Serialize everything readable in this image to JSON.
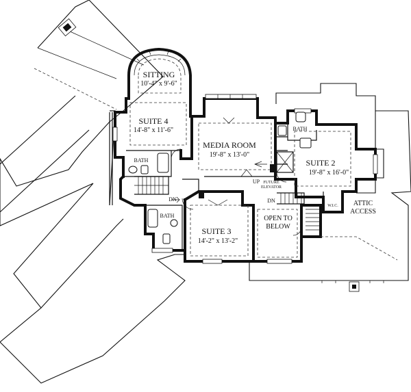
{
  "rooms": {
    "sitting": {
      "name": "SITTING",
      "dims": "10'-4\" x 9'-6\""
    },
    "suite4": {
      "name": "SUITE 4",
      "dims": "14'-8\" x 11'-6\""
    },
    "media": {
      "name": "MEDIA ROOM",
      "dims": "19'-8\" x 13'-0\""
    },
    "suite2": {
      "name": "SUITE 2",
      "dims": "19'-8\" x 16'-0\""
    },
    "suite3": {
      "name": "SUITE 3",
      "dims": "14'-2\" x 13'-2\""
    },
    "open": {
      "line1": "OPEN TO",
      "line2": "BELOW"
    },
    "attic": {
      "line1": "ATTIC",
      "line2": "ACCESS"
    }
  },
  "labels": {
    "bath_1": "BATH",
    "bath_2": "BATH",
    "bath_3": "BATH",
    "wic": "W.I.C.",
    "dn_1": "DN",
    "dn_2": "DN",
    "up": "UP",
    "elevator_1": "FUTURE",
    "elevator_2": "ELEVATOR"
  }
}
